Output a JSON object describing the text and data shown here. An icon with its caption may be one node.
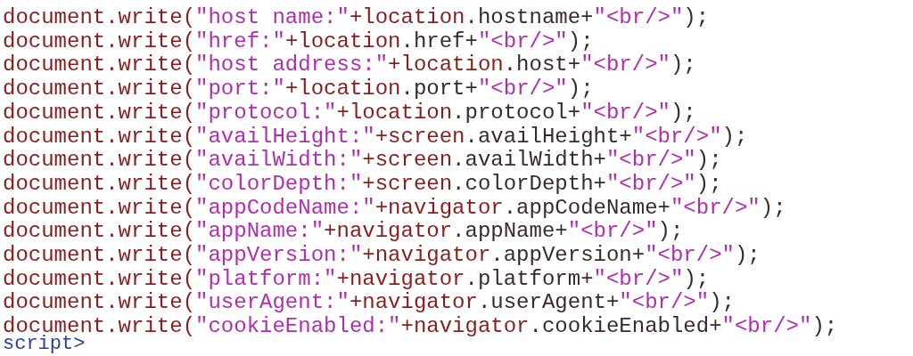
{
  "diagram": {
    "labels": [
      "document.write(\"host name:\"+location.hostname+\"<br/>\");",
      "document.write(\"href:\"+location.href+\"<br/>\");",
      "document.write(\"host address:\"+location.host+\"<br/>\");",
      "document.write(\"port:\"+location.port+\"<br/>\");",
      "document.write(\"protocol:\"+location.protocol+\"<br/>\");",
      "document.write(\"availHeight:\"+screen.availHeight+\"<br/>\");",
      "document.write(\"availWidth:\"+screen.availWidth+\"<br/>\");",
      "document.write(\"colorDepth:\"+screen.colorDepth+\"<br/>\");",
      "document.write(\"appCodeName:\"+navigator.appCodeName+\"<br/>\");",
      "document.write(\"appName:\"+navigator.appName+\"<br/>\");",
      "document.write(\"appVersion:\"+navigator.appVersion+\"<br/>\");",
      "document.write(\"platform:\"+navigator.platform+\"<br/>\");",
      "document.write(\"userAgent:\"+navigator.userAgent+\"<br/>\");",
      "document.write(\"cookieEnabled:\"+navigator.cookieEnabled+\"<br/>\");",
      "script>"
    ]
  }
}
